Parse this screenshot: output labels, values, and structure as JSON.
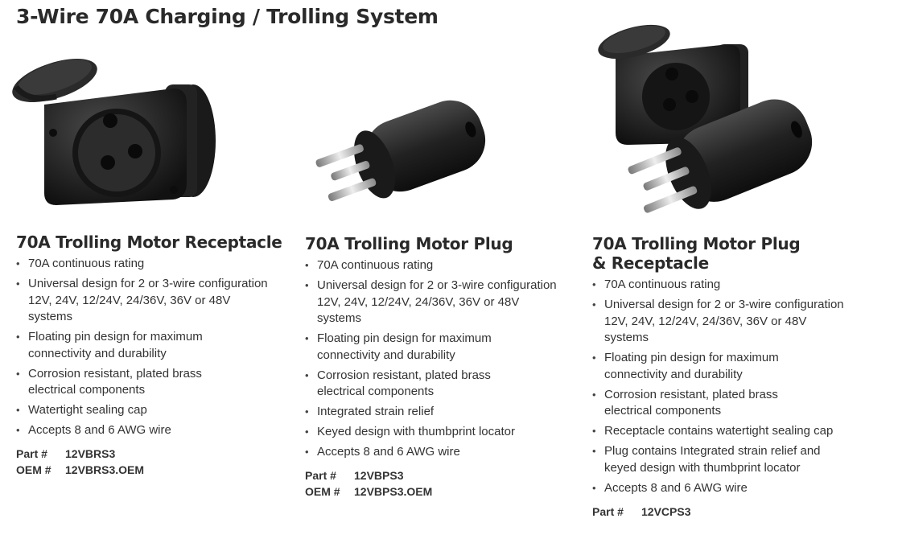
{
  "page": {
    "title": "3-Wire 70A Charging / Trolling System"
  },
  "products": [
    {
      "name_lines": [
        "70A Trolling Motor Receptacle"
      ],
      "features": [
        "70A continuous rating",
        "Universal design for 2 or 3-wire configuration 12V, 24V, 12/24V, 24/36V, 36V or 48V systems",
        "Floating pin design for maximum connectivity and durability",
        "Corrosion resistant, plated brass electrical components",
        "Watertight sealing cap",
        "Accepts 8 and 6 AWG wire"
      ],
      "part_label": "Part #",
      "part_number": "12VBRS3",
      "oem_label": "OEM #",
      "oem_number": "12VBRS3.OEM"
    },
    {
      "name_lines": [
        "70A Trolling Motor Plug"
      ],
      "features": [
        "70A continuous rating",
        "Universal design for 2 or 3-wire configuration 12V, 24V, 12/24V, 24/36V, 36V or 48V systems",
        "Floating pin design for maximum connectivity and durability",
        "Corrosion resistant, plated brass electrical components",
        "Integrated strain relief",
        "Keyed design with thumbprint locator",
        "Accepts 8 and 6 AWG wire"
      ],
      "part_label": "Part #",
      "part_number": "12VBPS3",
      "oem_label": "OEM #",
      "oem_number": "12VBPS3.OEM"
    },
    {
      "name_lines": [
        "70A Trolling Motor Plug",
        "& Receptacle"
      ],
      "features": [
        "70A continuous rating",
        "Universal design for 2 or 3-wire configuration 12V, 24V, 12/24V, 24/36V, 36V or 48V systems",
        "Floating pin design for maximum connectivity and durability",
        "Corrosion resistant, plated brass electrical components",
        "Receptacle contains watertight sealing cap",
        "Plug contains Integrated strain relief and keyed design with thumbprint locator",
        "Accepts 8 and 6 AWG wire"
      ],
      "part_label": "Part #",
      "part_number": "12VCPS3"
    }
  ]
}
